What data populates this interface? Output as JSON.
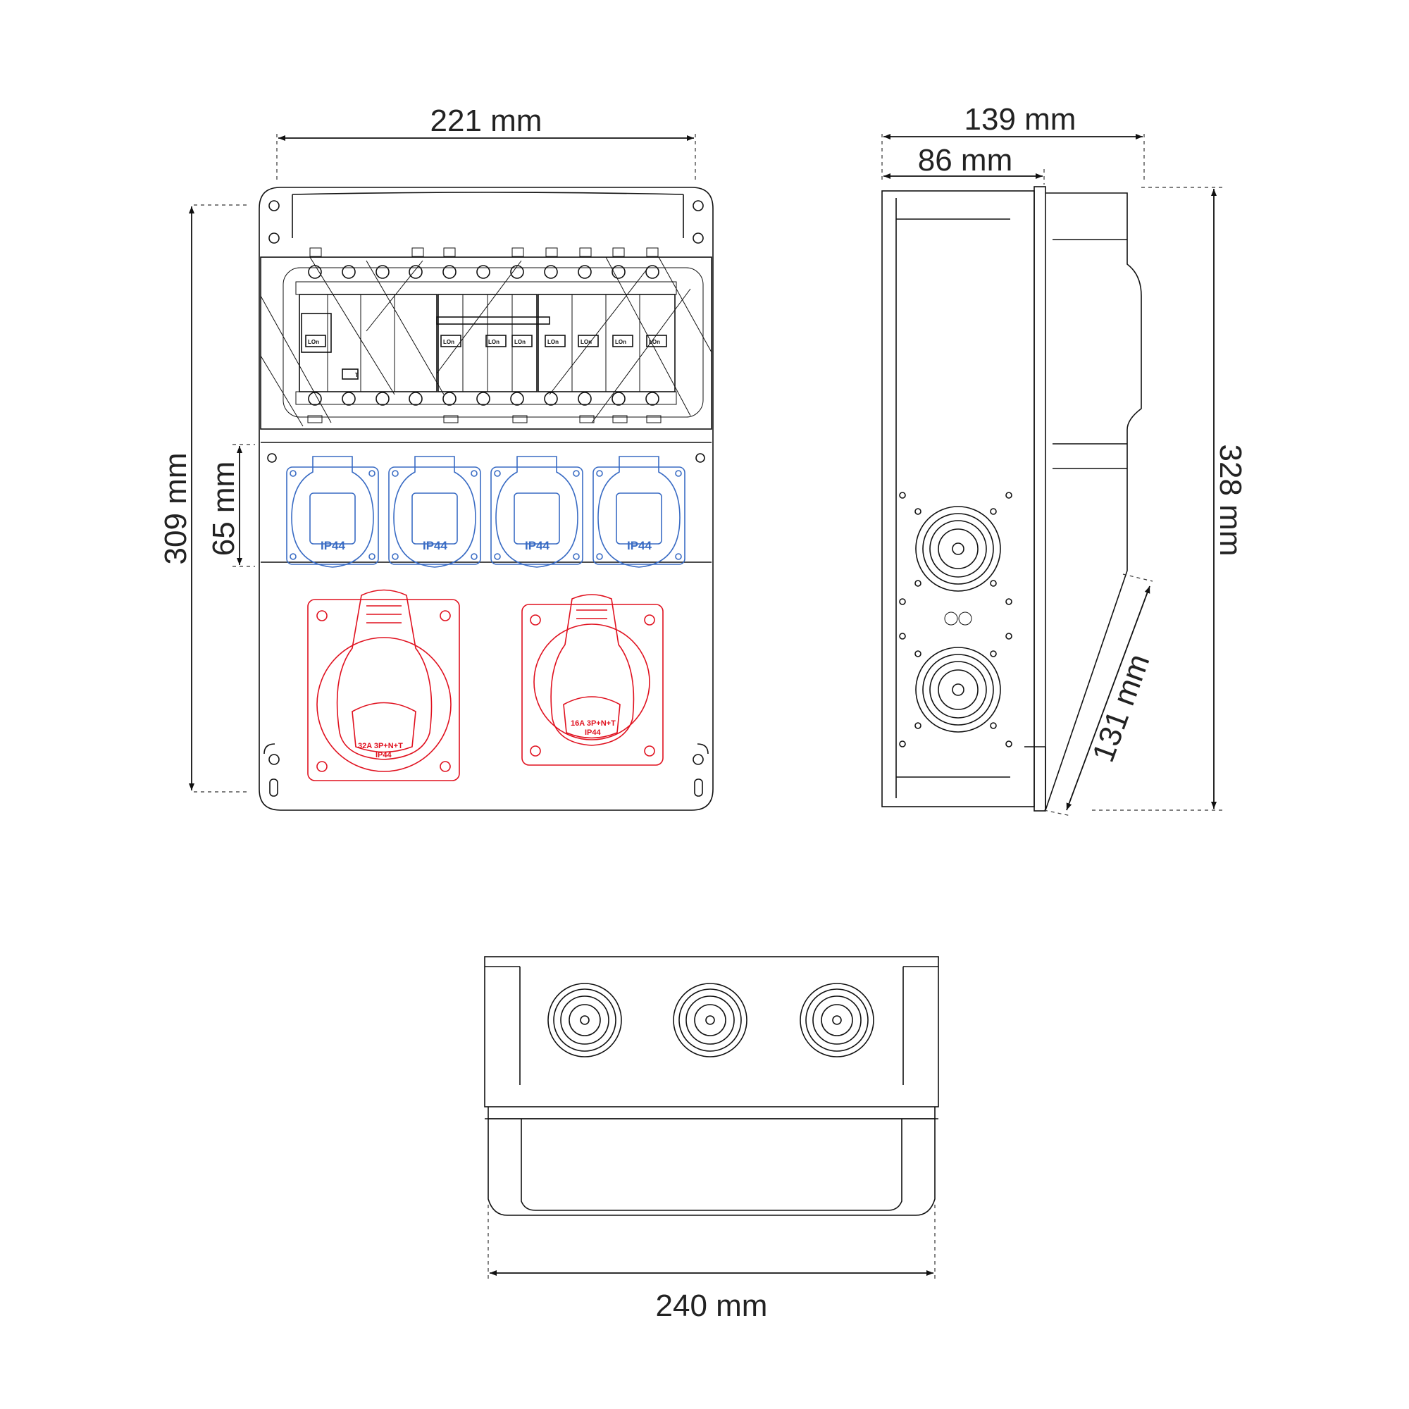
{
  "dimensions": {
    "front_width": "221 mm",
    "side_depth_total": "139 mm",
    "side_depth_base": "86 mm",
    "front_height": "309 mm",
    "socket_row_height": "65 mm",
    "side_height": "328 mm",
    "lid_slope": "131 mm",
    "bottom_width": "240 mm"
  },
  "sockets": {
    "blue_label": "IP44",
    "red_large_line1": "32A 3P+N+T",
    "red_large_line2": "IP44",
    "red_small_line1": "16A 3P+N+T",
    "red_small_line2": "IP44"
  },
  "breakers": {
    "label": "LOn"
  },
  "colors": {
    "line": "#111111",
    "blue_socket": "#3a6cc4",
    "red_socket": "#e0111f"
  }
}
